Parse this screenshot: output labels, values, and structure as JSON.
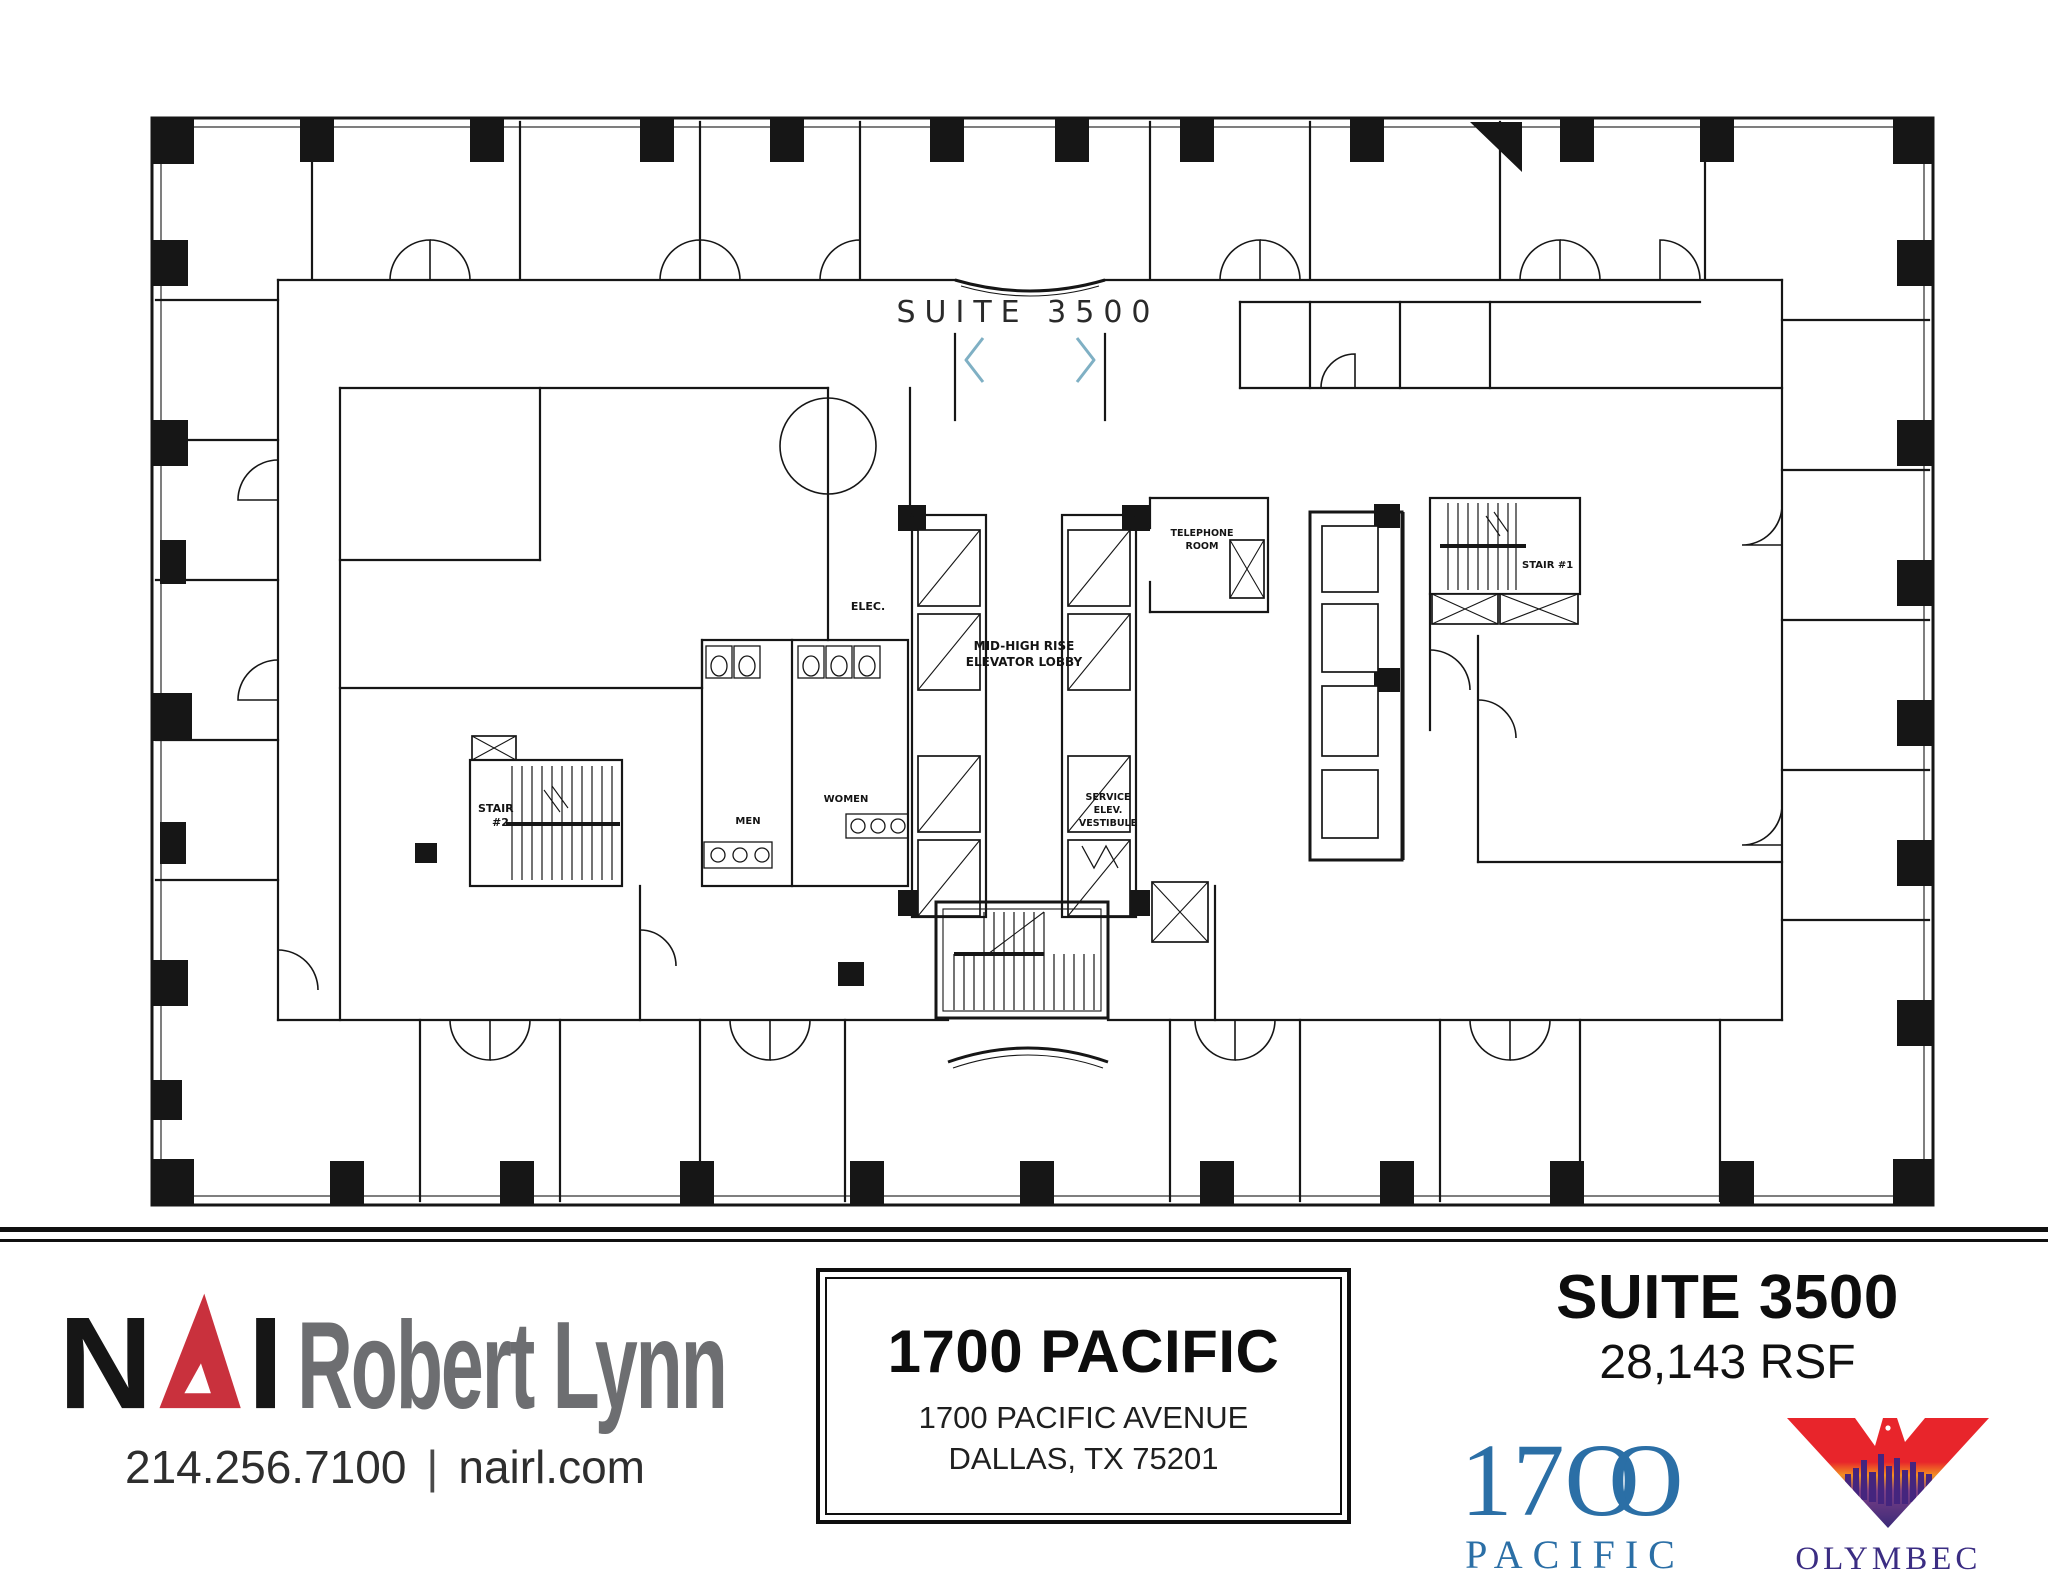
{
  "plan": {
    "suite_title": "SUITE 3500",
    "labels": {
      "elec": "ELEC.",
      "lobby1": "MID-HIGH RISE",
      "lobby2": "ELEVATOR LOBBY",
      "phone1": "TELEPHONE",
      "phone2": "ROOM",
      "service1": "SERVICE",
      "service2": "ELEV.",
      "service3": "VESTIBULE",
      "stair2a": "STAIR",
      "stair2b": "#2",
      "stair1": "STAIR #1",
      "men": "MEN",
      "women": "WOMEN"
    },
    "colors": {
      "line": "#161616",
      "door_accent": "#7fb0c4"
    }
  },
  "footer": {
    "nai": {
      "letter_n": "N",
      "letter_i": "I",
      "brand": "Robert Lynn",
      "phone": "214.256.7100",
      "separator": "|",
      "website": "nairl.com",
      "red": "#c9313d",
      "gray": "#6d6e71"
    },
    "building": {
      "name": "1700 PACIFIC",
      "address1": "1700 PACIFIC AVENUE",
      "address2": "DALLAS, TX 75201"
    },
    "suite": {
      "name": "SUITE 3500",
      "area": "28,143 RSF"
    },
    "pacific_logo": {
      "d1": "1",
      "d2": "7",
      "o1": "O",
      "o2": "O",
      "word": "PACIFIC",
      "blue": "#2b6fa6"
    },
    "olymbec_logo": {
      "name": "OLYMBEC",
      "red": "#e8252b",
      "orange": "#f29022",
      "purple": "#3b2d83"
    }
  }
}
